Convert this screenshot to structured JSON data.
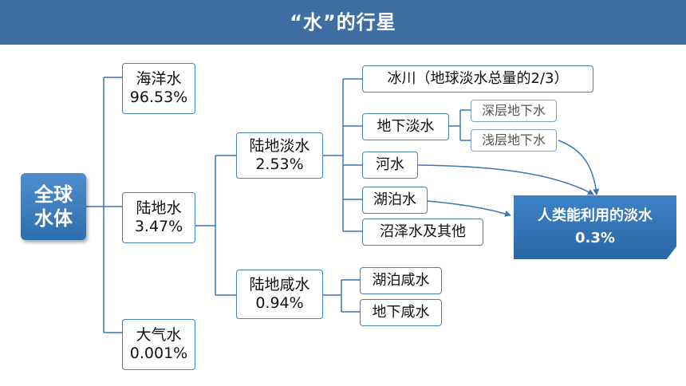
{
  "title": "“水”的行星",
  "root": {
    "line1": "全球",
    "line2": "水体"
  },
  "level1": {
    "ocean": {
      "name": "海洋水",
      "percent": "96.53%"
    },
    "land": {
      "name": "陆地水",
      "percent": "3.47%"
    },
    "atmosphere": {
      "name": "大气水",
      "percent": "0.001%"
    }
  },
  "level2": {
    "fresh": {
      "name": "陆地淡水",
      "percent": "2.53%"
    },
    "salt": {
      "name": "陆地咸水",
      "percent": "0.94%"
    }
  },
  "fresh_items": {
    "glacier": "冰川（地球淡水总量的2/3）",
    "groundwater": "地下淡水",
    "river": "河水",
    "lake": "湖泊水",
    "marsh": "沼泽水及其他"
  },
  "groundwater_items": {
    "deep": "深层地下水",
    "shallow": "浅层地下水"
  },
  "salt_items": {
    "lake": "湖泊咸水",
    "ground": "地下咸水"
  },
  "result": {
    "label": "人类能利用的淡水",
    "percent": "0.3%"
  }
}
